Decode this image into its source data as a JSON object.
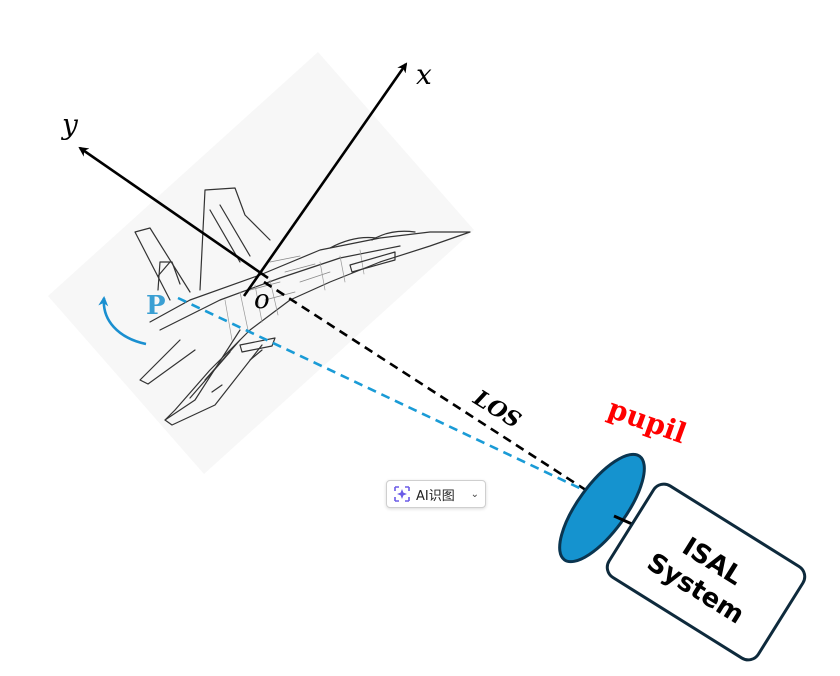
{
  "labels": {
    "x_axis": "x",
    "y_axis": "y",
    "origin": "o",
    "point": "P",
    "los": "LOS",
    "pupil": "pupil",
    "system_line1": "ISAL",
    "system_line2": "System"
  },
  "ai_button": {
    "label": "AI识图",
    "icon": "sparkle-icon",
    "chevron": "⌄"
  },
  "colors": {
    "axis": "#000000",
    "point_label": "#3a9fd3",
    "rotation_arrow": "#1a8fd0",
    "blue_dashed": "#1a9bd6",
    "black_dashed": "#000000",
    "pupil_text": "#ff0000",
    "pupil_fill": "#1593cf",
    "pupil_stroke": "#0a3550",
    "system_box_stroke": "#0e2a3c",
    "system_text": "#000000",
    "ai_icon": "#6b5ce7"
  }
}
